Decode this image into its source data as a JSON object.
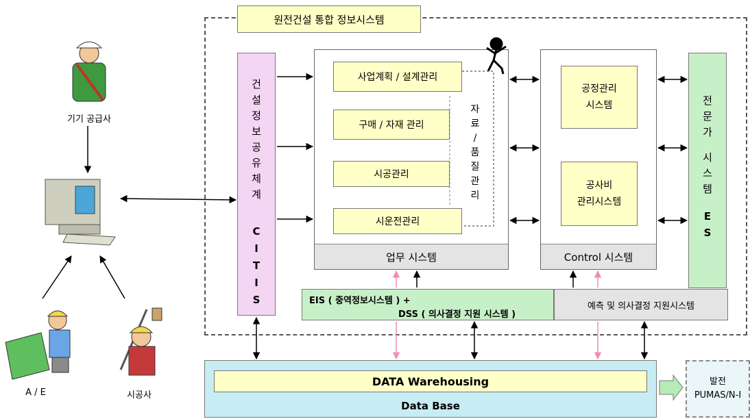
{
  "title": "원전건설 통합 정보시스템",
  "actors": {
    "supplier": "기기 공급사",
    "ae": "A / E",
    "contractor": "시공사"
  },
  "citis": {
    "korean_chars": [
      "건",
      "설",
      "정",
      "보",
      "공",
      "유",
      "체",
      "계"
    ],
    "english_chars": [
      "C",
      "I",
      "T",
      "I",
      "S"
    ]
  },
  "task_system": {
    "footer": "업무 시스템",
    "modules": [
      "사업계획 / 설계관리",
      "구매 / 자재 관리",
      "시공관리",
      "시운전관리"
    ],
    "side_chars": [
      "자",
      "료",
      "/",
      "품",
      "질",
      "관",
      "리"
    ]
  },
  "control_system": {
    "footer": "Control 시스템",
    "modules": [
      {
        "line1": "공정관리",
        "line2": "시스템"
      },
      {
        "line1": "공사비",
        "line2": "관리시스템"
      }
    ]
  },
  "expert_system": {
    "chars": [
      "전",
      "문",
      "가",
      "",
      "시",
      "스",
      "템"
    ],
    "abbr": [
      "E",
      "S"
    ]
  },
  "eis": {
    "line1": "EIS ( 중역정보시스템 ) +",
    "line2": "DSS ( 의사결정 지원 시스템 )"
  },
  "prediction": "예측 및 의사결정 지원시스템",
  "database": {
    "warehousing": "DATA  Warehousing",
    "label": "Data Base"
  },
  "future": {
    "line1": "발전",
    "line2": "PUMAS/N-I"
  },
  "colors": {
    "yellow": "#ffffc8",
    "pink": "#f4d6f4",
    "green": "#c8f0c8",
    "blue": "#c8ecf4",
    "gray": "#e4e4e4",
    "pink_arrow": "#f08cb4"
  }
}
